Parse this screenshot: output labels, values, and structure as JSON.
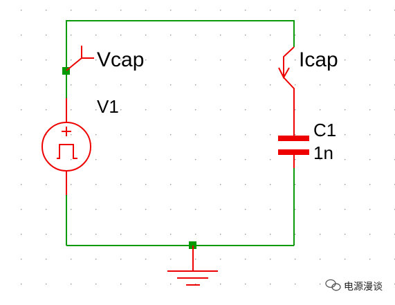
{
  "schematic": {
    "probes": {
      "voltage_probe_label": "Vcap",
      "current_probe_label": "Icap"
    },
    "source": {
      "refdes": "V1",
      "type_icon": "pulse-voltage-source-icon"
    },
    "capacitor": {
      "refdes": "C1",
      "value": "1n"
    },
    "ground": {
      "icon": "ground-icon"
    },
    "colors": {
      "wire": "#0a9a0a",
      "component": "#ee0000",
      "node": "#009900",
      "grid_dot": "#999999",
      "label": "#000000"
    }
  },
  "watermark": {
    "text": "电源漫谈",
    "icon": "wechat-icon"
  }
}
